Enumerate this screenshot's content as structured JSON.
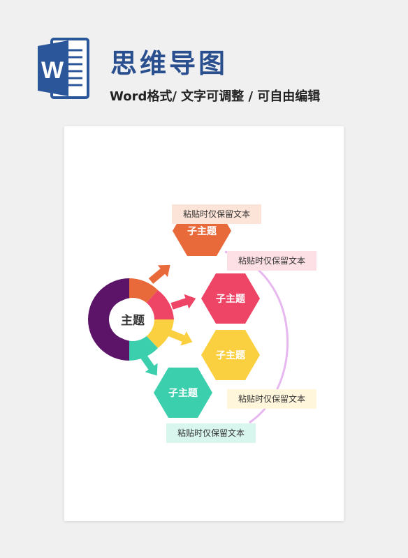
{
  "header": {
    "title": "思维导图",
    "subtitle": "Word格式/ 文字可调整 / 可自由编辑",
    "logo_letter": "W",
    "logo_color": "#2b579a"
  },
  "diagram": {
    "center_label": "主题",
    "colors": {
      "ring_purple": "#5c1468",
      "orange": "#e8693a",
      "pink": "#ee4466",
      "yellow": "#fbd040",
      "teal": "#3ccfae",
      "arc": "#e7b8f0"
    },
    "subtopics": [
      {
        "label": "子主题",
        "color": "#e8693a"
      },
      {
        "label": "子主题",
        "color": "#ee4466"
      },
      {
        "label": "子主题",
        "color": "#fbd040"
      },
      {
        "label": "子主题",
        "color": "#3ccfae"
      }
    ],
    "notes": [
      {
        "text": "粘贴时仅保留文本",
        "bg": "#fde4d8"
      },
      {
        "text": "粘贴时仅保留文本",
        "bg": "#fde0e6"
      },
      {
        "text": "粘贴时仅保留文本",
        "bg": "#fff6dc"
      },
      {
        "text": "粘贴时仅保留文本",
        "bg": "#d8f6ee"
      }
    ]
  }
}
